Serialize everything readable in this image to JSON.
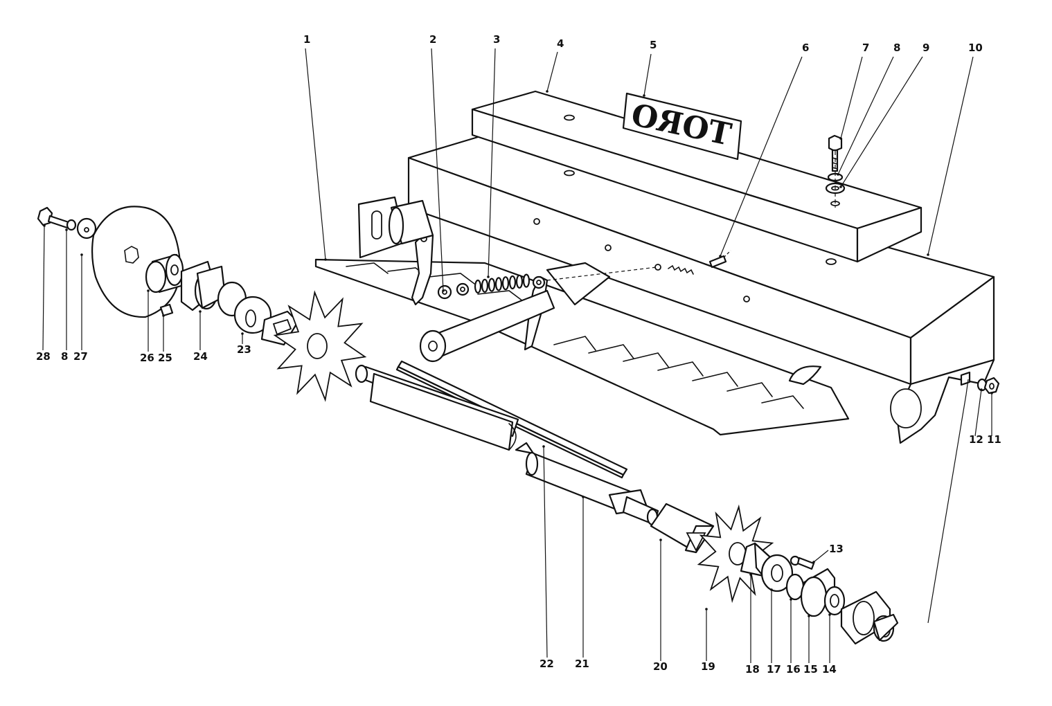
{
  "decal_text": "TORO",
  "callouts": [
    {
      "number": "1",
      "part": "tine-rake"
    },
    {
      "number": "2",
      "part": "washer"
    },
    {
      "number": "3",
      "part": "spring"
    },
    {
      "number": "4",
      "part": "top-cover"
    },
    {
      "number": "5",
      "part": "decal"
    },
    {
      "number": "6",
      "part": "spring-link"
    },
    {
      "number": "7",
      "part": "bolt"
    },
    {
      "number": "8",
      "part": "lockwasher"
    },
    {
      "number": "9",
      "part": "washer"
    },
    {
      "number": "10",
      "part": "housing"
    },
    {
      "number": "11",
      "part": "nut"
    },
    {
      "number": "12",
      "part": "lockwasher"
    },
    {
      "number": "13",
      "part": "screw"
    },
    {
      "number": "14",
      "part": "bearing-flanges"
    },
    {
      "number": "15",
      "part": "bearing"
    },
    {
      "number": "16",
      "part": "retaining-ring"
    },
    {
      "number": "17",
      "part": "spacer-washer"
    },
    {
      "number": "18",
      "part": "collar"
    },
    {
      "number": "19",
      "part": "sprocket"
    },
    {
      "number": "20",
      "part": "coupler"
    },
    {
      "number": "21",
      "part": "shaft"
    },
    {
      "number": "22",
      "part": "key"
    },
    {
      "number": "23",
      "part": "spacer"
    },
    {
      "number": "24",
      "part": "bearing-assembly"
    },
    {
      "number": "25",
      "part": "woodruff-key"
    },
    {
      "number": "26",
      "part": "hub"
    },
    {
      "number": "27",
      "part": "disc"
    },
    {
      "number": "28",
      "part": "bolt"
    }
  ]
}
